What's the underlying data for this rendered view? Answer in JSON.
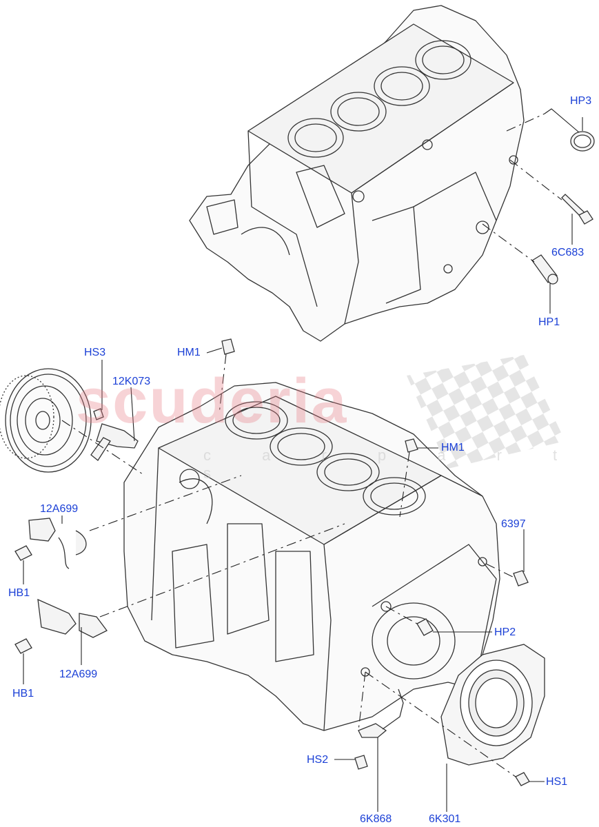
{
  "watermark": {
    "brand": "scuderia",
    "sub": "c a r p a r t s"
  },
  "labels": {
    "hp3": "HP3",
    "c6683": "6C683",
    "hp1": "HP1",
    "hs3": "HS3",
    "hm1_top": "HM1",
    "k12073": "12K073",
    "hm1_mid": "HM1",
    "a12699_top": "12A699",
    "hb1_top": "HB1",
    "l6397": "6397",
    "hp2": "HP2",
    "a12699_bot": "12A699",
    "hb1_bot": "HB1",
    "hs2": "HS2",
    "hs1": "HS1",
    "k6868": "6K868",
    "k6301": "6K301"
  }
}
